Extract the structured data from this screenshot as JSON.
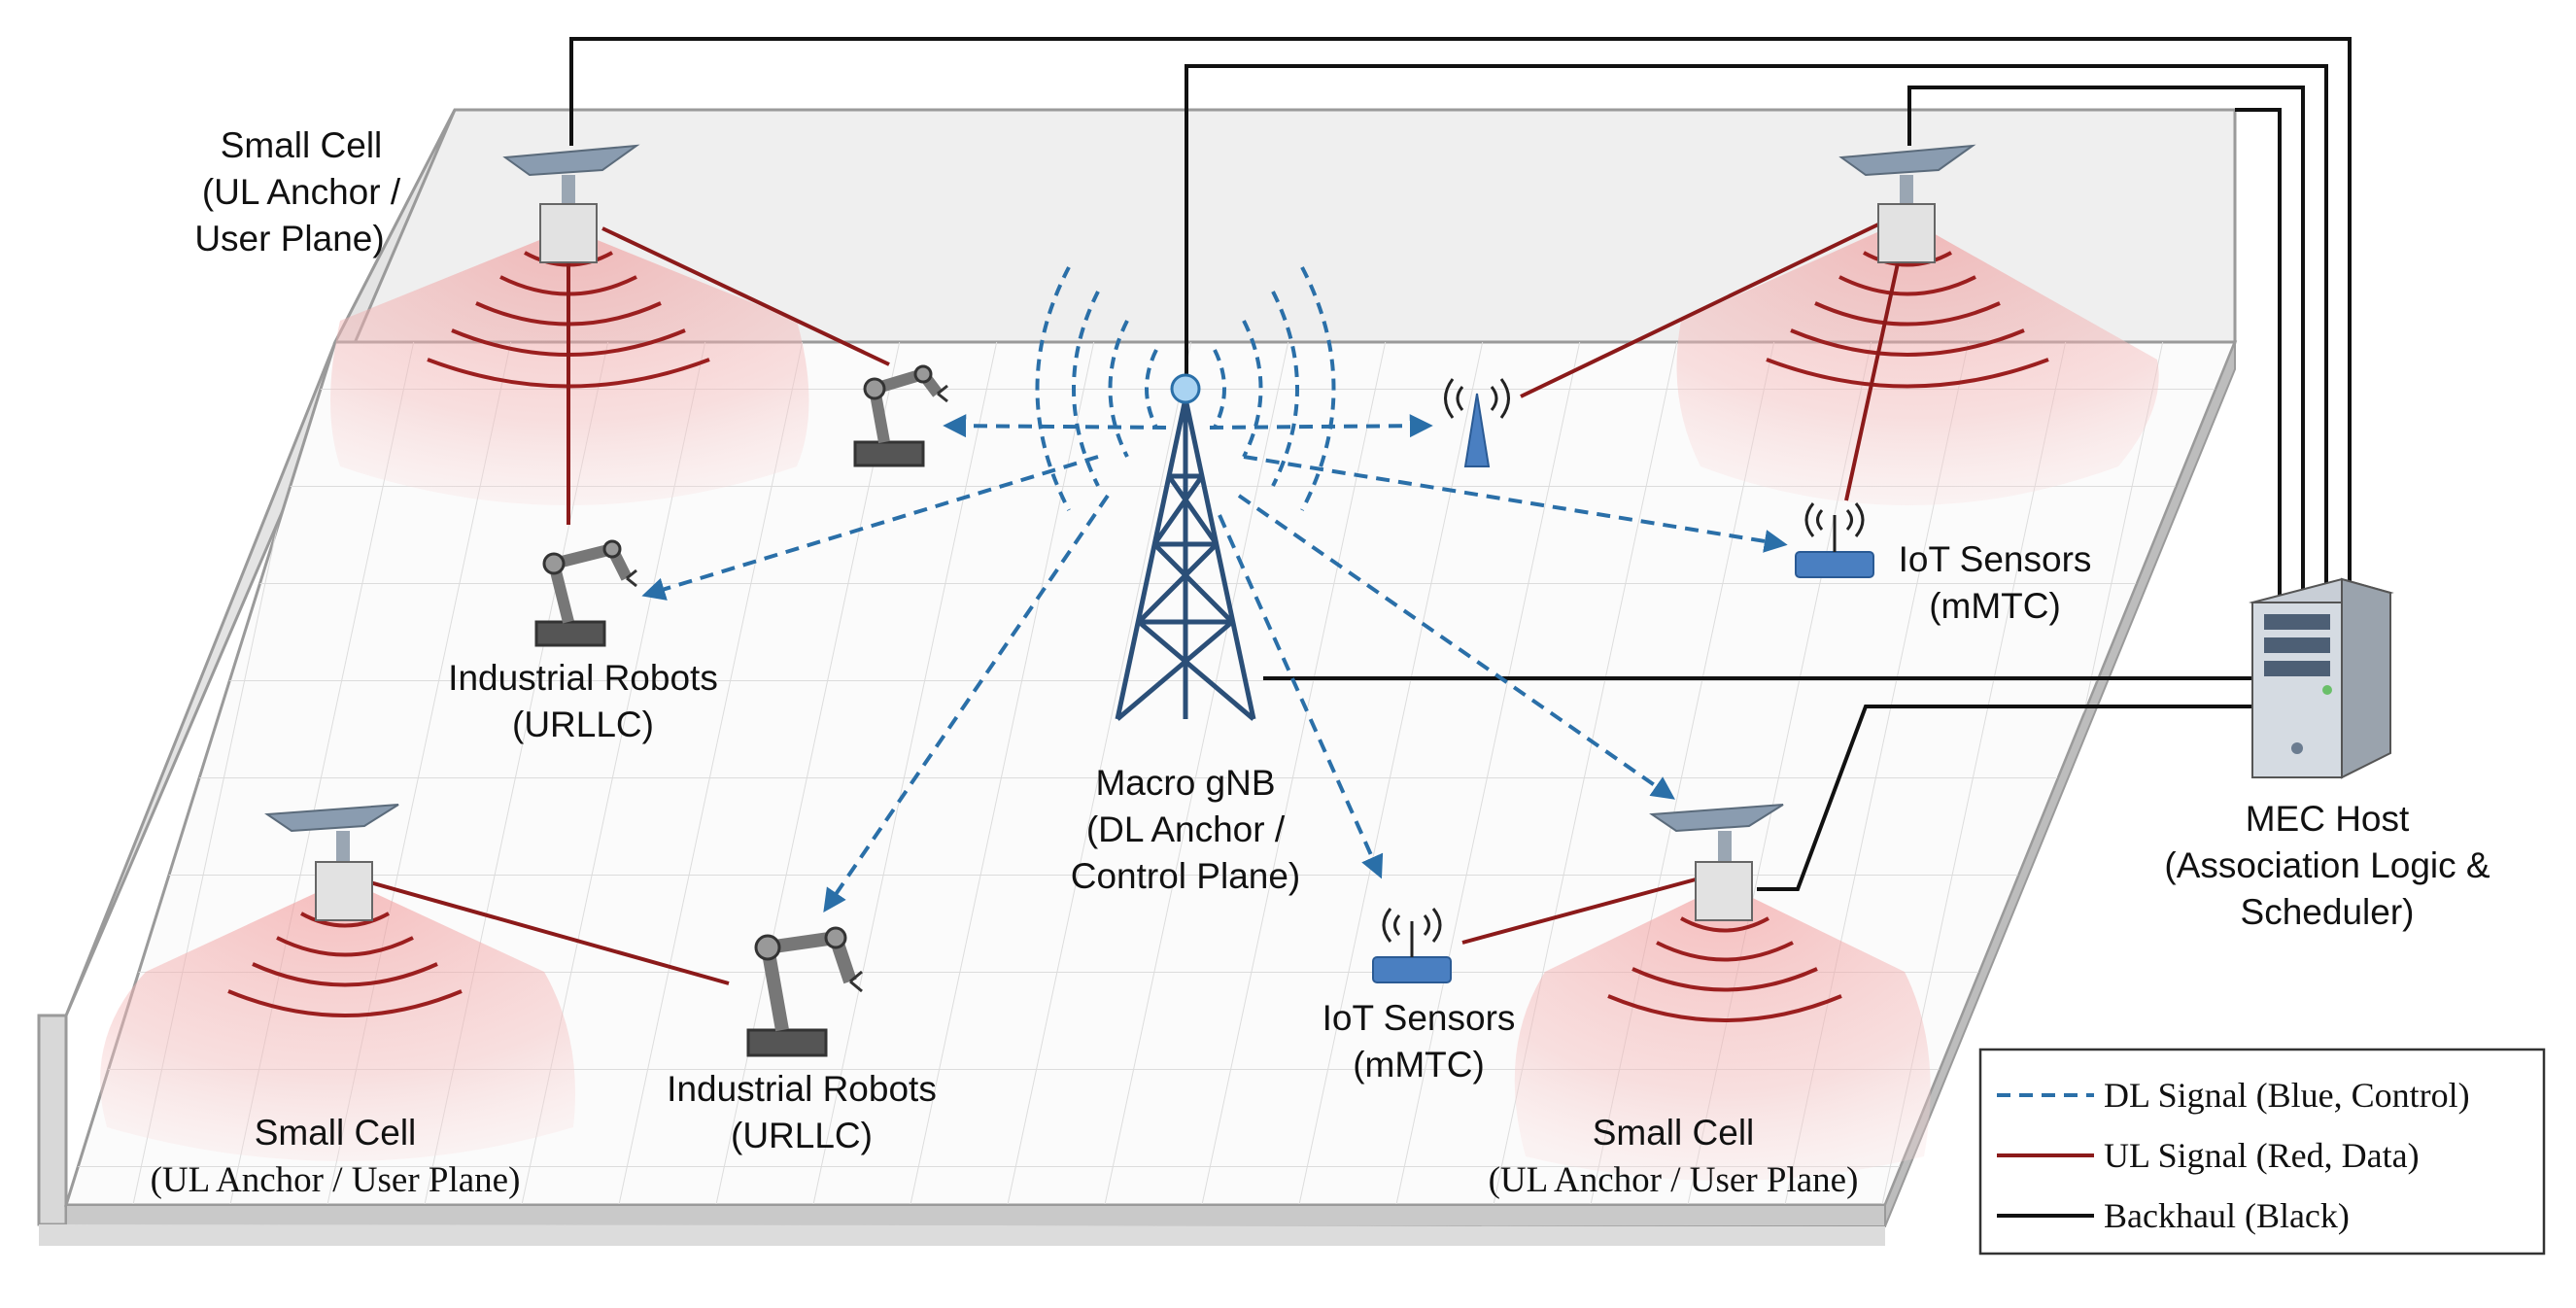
{
  "labels": {
    "small_cell_tl": [
      "Small Cell",
      "(UL Anchor /",
      "User Plane)"
    ],
    "small_cell_bl": [
      "Small Cell",
      "(UL Anchor / User Plane)"
    ],
    "small_cell_br": [
      "Small Cell",
      "(UL Anchor / User Plane)"
    ],
    "robots_upper": [
      "Industrial Robots",
      "(URLLC)"
    ],
    "robots_lower": [
      "Industrial Robots",
      "(URLLC)"
    ],
    "macro": [
      "Macro gNB",
      "(DL Anchor /",
      "Control Plane)"
    ],
    "iot_right": [
      "IoT Sensors",
      "(mMTC)"
    ],
    "iot_center": [
      "IoT Sensors",
      "(mMTC)"
    ],
    "mec": [
      "MEC Host",
      "(Association Logic &",
      "Scheduler)"
    ]
  },
  "legend": {
    "dl": "DL Signal (Blue, Control)",
    "ul": "UL Signal (Red, Data)",
    "backhaul": "Backhaul (Black)"
  },
  "colors": {
    "dl": "#2a6fa8",
    "ul": "#8b1a1a",
    "backhaul": "#111111",
    "coverage": "#f4bcbc"
  },
  "icons": [
    "small-cell-antenna-icon",
    "robot-arm-icon",
    "iot-sensor-icon",
    "macro-tower-icon",
    "server-icon"
  ]
}
